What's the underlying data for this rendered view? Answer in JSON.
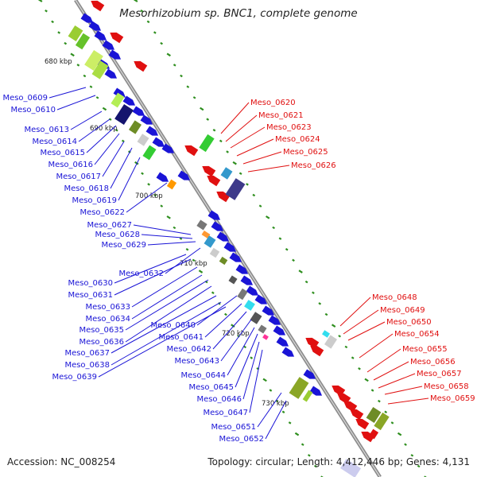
{
  "title": "Mesorhizobium sp. BNC1, complete genome",
  "footer": {
    "accession": "Accession: NC_008254",
    "topology": "Topology: circular; Length: 4,412,446 bp; Genes: 4,131"
  },
  "colors": {
    "forward_gene": "#1a14d6",
    "reverse_gene": "#e01010",
    "left_label": "#1a14d6",
    "right_label": "#e01010",
    "backbone": "#8c8c8c",
    "ticks": "#2f8f1f"
  },
  "ticks": [
    "680 kbp",
    "690 kbp",
    "700 kbp",
    "710 kbp",
    "720 kbp",
    "730 kbp"
  ],
  "left_genes": [
    "Meso_0609",
    "Meso_0610",
    "Meso_0613",
    "Meso_0614",
    "Meso_0615",
    "Meso_0616",
    "Meso_0617",
    "Meso_0618",
    "Meso_0619",
    "Meso_0622",
    "Meso_0627",
    "Meso_0628",
    "Meso_0629",
    "Meso_0632",
    "Meso_0630",
    "Meso_0631",
    "Meso_0633",
    "Meso_0634",
    "Meso_0635",
    "Meso_0636",
    "Meso_0637",
    "Meso_0638",
    "Meso_0639",
    "Meso_0640",
    "Meso_0641",
    "Meso_0642",
    "Meso_0643",
    "Meso_0644",
    "Meso_0645",
    "Meso_0646",
    "Meso_0647",
    "Meso_0651",
    "Meso_0652"
  ],
  "right_genes": [
    "Meso_0620",
    "Meso_0621",
    "Meso_0623",
    "Meso_0624",
    "Meso_0625",
    "Meso_0626",
    "Meso_0648",
    "Meso_0649",
    "Meso_0650",
    "Meso_0654",
    "Meso_0655",
    "Meso_0656",
    "Meso_0657",
    "Meso_0658",
    "Meso_0659"
  ]
}
